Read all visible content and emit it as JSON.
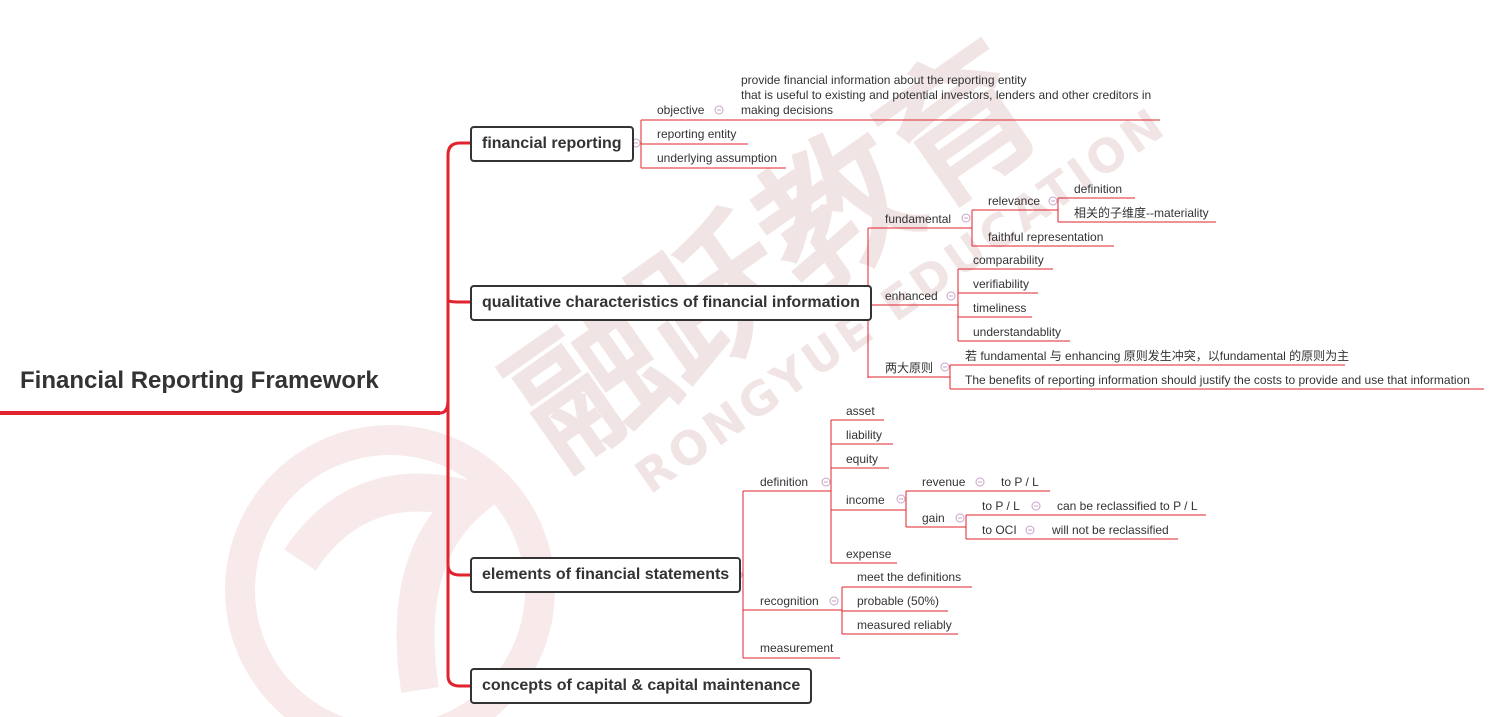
{
  "colors": {
    "branch": "#e0232e",
    "root_line": "#e0232e",
    "text": "#333333",
    "collapse": "#c9a3c9",
    "watermark": "#f1e2e2"
  },
  "watermark": {
    "brand_cn": "融跃教育",
    "brand_en": "RONGYUE EDUCATION"
  },
  "root": {
    "label": "Financial Reporting Framework"
  },
  "fr": {
    "label": "financial reporting",
    "objective": {
      "label": "objective",
      "detail": [
        "provide financial information about the reporting entity",
        "that is useful to existing and potential investors, lenders and other creditors in",
        "making decisions"
      ]
    },
    "reporting_entity": "reporting entity",
    "underlying_assumption": "underlying assumption"
  },
  "qc": {
    "label": "qualitative characteristics of financial information",
    "fundamental": {
      "label": "fundamental",
      "relevance": {
        "label": "relevance",
        "definition": "definition",
        "materiality": "相关的子维度--materiality"
      },
      "faithful": "faithful representation"
    },
    "enhanced": {
      "label": "enhanced",
      "items": [
        "comparability",
        "verifiability",
        "timeliness",
        "understandablity"
      ]
    },
    "principles": {
      "label": "两大原则",
      "p1": "若 fundamental 与 enhancing 原则发生冲突，以fundamental 的原则为主",
      "p2": "The benefits of reporting information should justify the costs to provide and use that information"
    }
  },
  "ef": {
    "label": "elements of financial statements",
    "definition": {
      "label": "definition",
      "asset": "asset",
      "liability": "liability",
      "equity": "equity",
      "income": {
        "label": "income",
        "revenue": {
          "label": "revenue",
          "target": "to P / L"
        },
        "gain": {
          "label": "gain",
          "to_pl": {
            "label": "to P / L",
            "note": "can be reclassified to P / L"
          },
          "to_oci": {
            "label": "to OCI",
            "note": "will not be reclassified"
          }
        }
      },
      "expense": "expense"
    },
    "recognition": {
      "label": "recognition",
      "items": [
        "meet the definitions",
        "probable (50%)",
        "measured reliably"
      ]
    },
    "measurement": "measurement"
  },
  "cc": {
    "label": "concepts of capital & capital maintenance"
  }
}
